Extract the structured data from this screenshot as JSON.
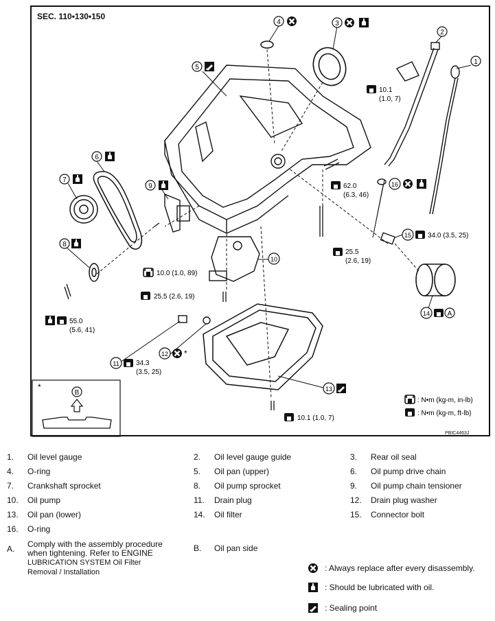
{
  "section": "SEC. 110•130•150",
  "figure_id": "PBIC4463J",
  "torque_legend": {
    "in_lb": ": N•m (kg-m, in-lb)",
    "ft_lb": ": N•m (kg-m, ft-lb)"
  },
  "callouts": {
    "c1": "1",
    "c2": "2",
    "c3": "3",
    "c4": "4",
    "c5": "5",
    "c6": "6",
    "c7": "7",
    "c8": "8",
    "c9": "9",
    "c10": "10",
    "c11": "11",
    "c12": "12",
    "c13": "13",
    "c14": "14",
    "c15": "15",
    "c16": "16",
    "cA": "A",
    "cB": "B",
    "star": "*"
  },
  "torques": {
    "t1a": "10.1",
    "t1b": "(1.0, 7)",
    "t2a": "62.0",
    "t2b": "(6.3, 46)",
    "t3a": "25.5",
    "t3b": "(2.6, 19)",
    "t4": "34.0 (3.5, 25)",
    "t5": "10.0 (1.0, 89)",
    "t6": "25.5 (2.6, 19)",
    "t7a": "55.0",
    "t7b": "(5.6, 41)",
    "t8a": "34.3",
    "t8b": "(3.5, 25)",
    "t9": "10.1 (1.0, 7)"
  },
  "inset_star": "*",
  "parts": [
    {
      "num": "1.",
      "label": "Oil level gauge"
    },
    {
      "num": "2.",
      "label": "Oil level gauge guide"
    },
    {
      "num": "3.",
      "label": "Rear oil seal"
    },
    {
      "num": "4.",
      "label": "O-ring"
    },
    {
      "num": "5.",
      "label": "Oil pan (upper)"
    },
    {
      "num": "6.",
      "label": "Oil pump drive chain"
    },
    {
      "num": "7.",
      "label": "Crankshaft sprocket"
    },
    {
      "num": "8.",
      "label": "Oil pump sprocket"
    },
    {
      "num": "9.",
      "label": "Oil pump chain tensioner"
    },
    {
      "num": "10.",
      "label": "Oil pump"
    },
    {
      "num": "11.",
      "label": "Drain plug"
    },
    {
      "num": "12.",
      "label": "Drain plug washer"
    },
    {
      "num": "13.",
      "label": "Oil pan (lower)"
    },
    {
      "num": "14.",
      "label": "Oil filter"
    },
    {
      "num": "15.",
      "label": "Connector bolt"
    },
    {
      "num": "16.",
      "label": "O-ring"
    }
  ],
  "note_a": {
    "num": "A.",
    "line1": "Comply with the assembly procedure",
    "line2": "when tightening. Refer to ENGINE",
    "line3": "LUBRICATION SYSTEM Oil Filter",
    "line4": "Removal / Installation"
  },
  "note_b": {
    "num": "B.",
    "label": "Oil pan side"
  },
  "symbols": {
    "replace": ": Always replace after every disassembly.",
    "lubricate": ": Should be lubricated with oil.",
    "sealing": ": Sealing point"
  }
}
